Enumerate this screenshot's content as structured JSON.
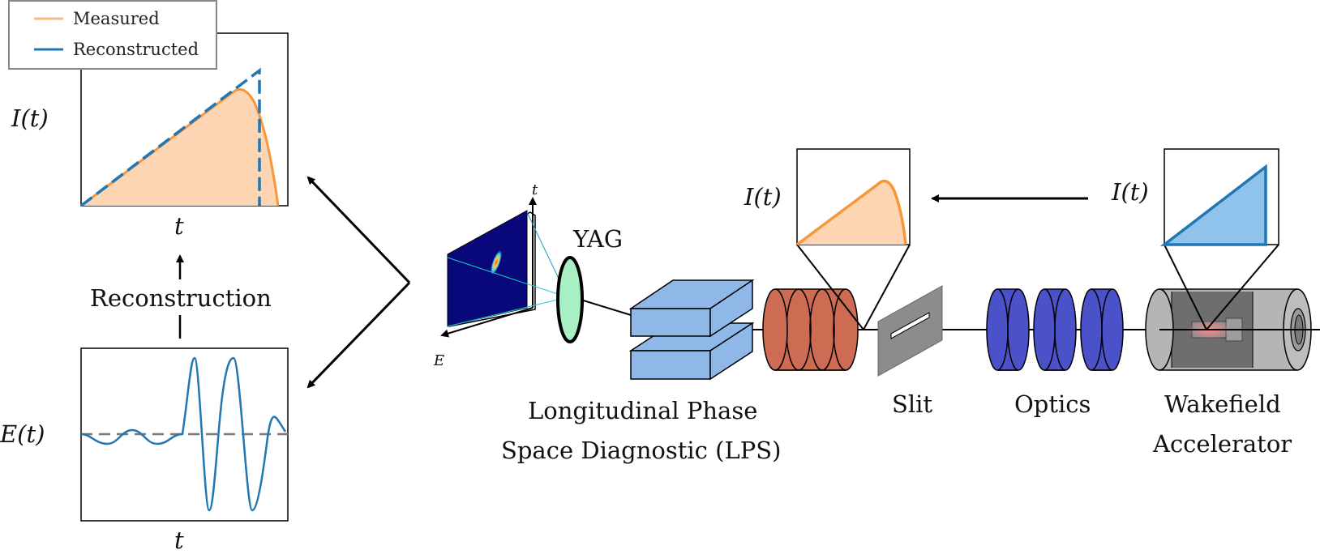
{
  "legend": {
    "measured_label": "Measured",
    "reconstructed_label": "Reconstructed",
    "measured_color": "#f5a35c",
    "reconstructed_color": "#1f77b4"
  },
  "current_plot": {
    "ylabel": "I(t)",
    "xlabel": "t"
  },
  "reconstruction_label": "Reconstruction",
  "wakefield_plot": {
    "ylabel": "E(t)",
    "xlabel": "t"
  },
  "lps_screen": {
    "axis_t": "t",
    "axis_e": "E"
  },
  "yag_label": "YAG",
  "lps_label": {
    "line1": "Longitudinal Phase",
    "line2": "Space Diagnostic (LPS)"
  },
  "slit_label": "Slit",
  "optics_label": "Optics",
  "accelerator_label": {
    "line1": "Wakefield",
    "line2": "Accelerator"
  },
  "inset_after_slit": {
    "ylabel": "I(t)"
  },
  "inset_accelerator": {
    "ylabel": "I(t)"
  },
  "colors": {
    "measured_fill": "#fdd5b3",
    "measured_line": "#f7963a",
    "reconstructed_line": "#1f77b4",
    "drive_fill": "#8fc3ec",
    "drive_line": "#1f77b4",
    "yag": "#a8f0c4",
    "lps_blocks": "#8fb8e8",
    "magnet_red": "#cd6c52",
    "optics_blue": "#4b52c9",
    "slit_gray": "#8c8c8c",
    "accel_gray": "#b5b5b5",
    "screen_bg": "#08087a"
  }
}
